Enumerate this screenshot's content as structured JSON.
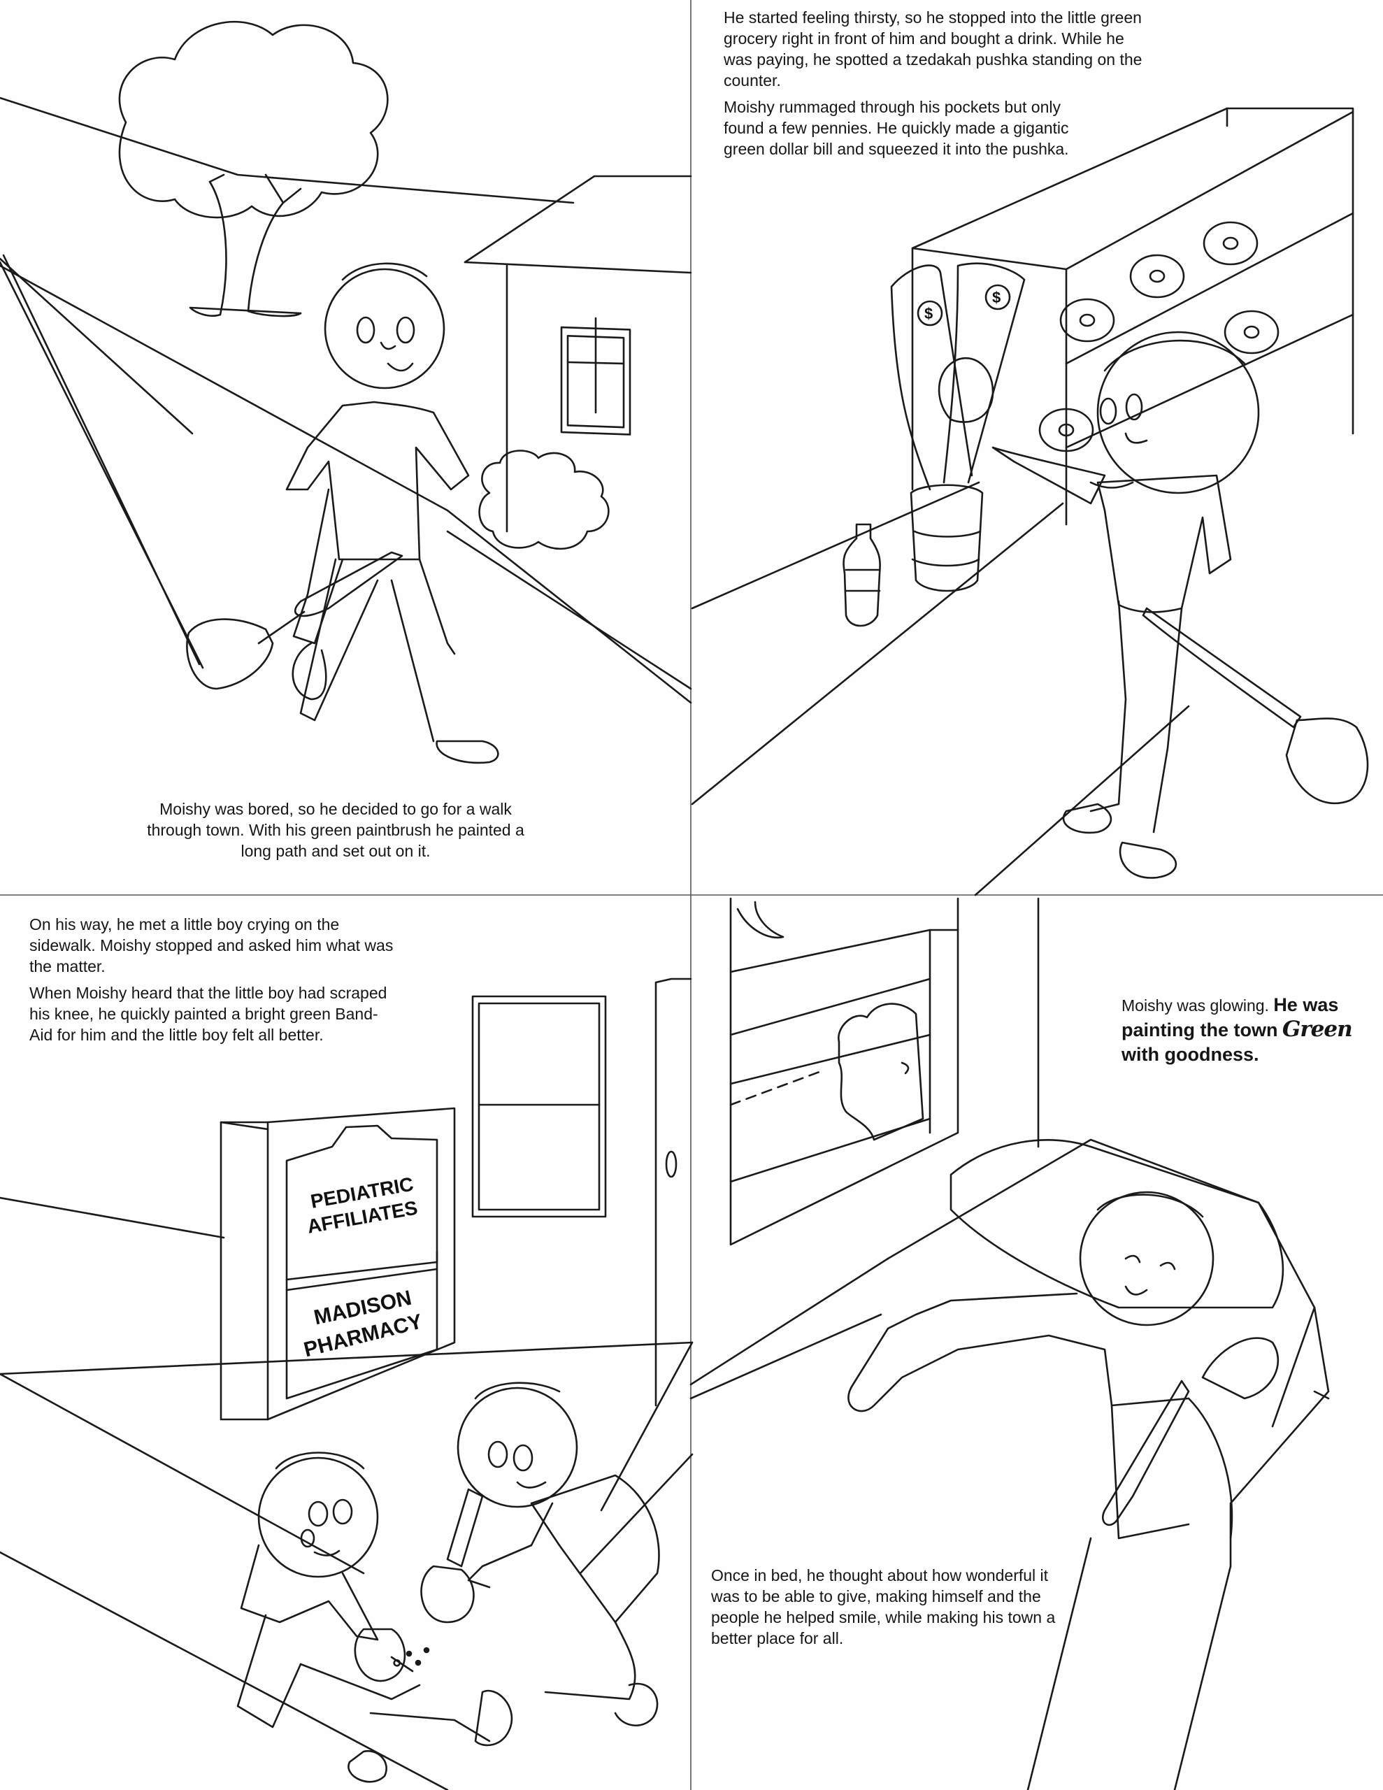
{
  "panels": {
    "walk": {
      "caption": "Moishy was bored, so he decided to go for a walk through town. With his green paintbrush he painted a long path and set out on it."
    },
    "grocery": {
      "paragraph1": "He started feeling thirsty, so he stopped into the little green grocery right in front of him and bought a drink. While he was paying, he spotted a tzedakah pushka standing on the counter.",
      "paragraph2": "Moishy rummaged through his pockets but only found a few pennies. He quickly made a gigantic green dollar bill and squeezed it into the pushka.",
      "bill_symbol": "$"
    },
    "sidewalk": {
      "paragraph1": "On his way, he met a little boy crying on the sidewalk. Moishy stopped and asked him what was the matter.",
      "paragraph2": "When Moishy heard that the little boy had scraped his knee, he quickly painted a bright green Band-Aid  for him and the little boy felt all better.",
      "sign_top_line1": "PEDIATRIC",
      "sign_top_line2": "AFFILIATES",
      "sign_bottom_line1": "MADISON",
      "sign_bottom_line2": "PHARMACY"
    },
    "bedtime": {
      "glow_plain": "Moishy was glowing.",
      "glow_bold1": "He was painting the town",
      "glow_script": "Green",
      "glow_bold2": "with goodness.",
      "caption": "Once in bed, he thought about how wonderful it was to be able to give, making himself and the people he helped smile, while making his town a better place for all."
    }
  }
}
